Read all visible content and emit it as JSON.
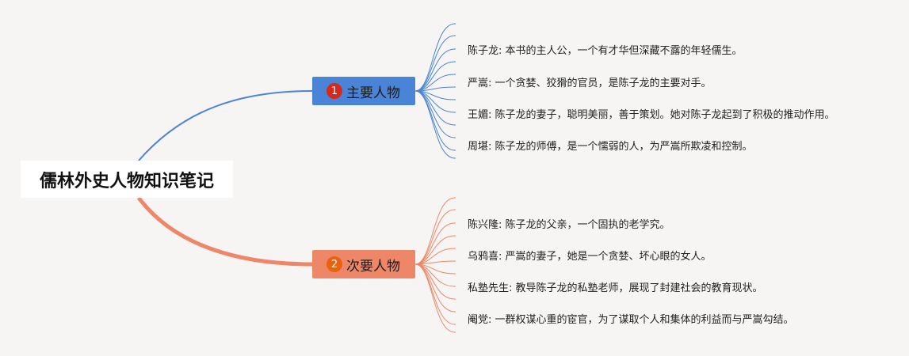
{
  "title": "儒林外史人物知识笔记",
  "branches": [
    {
      "index": "1",
      "label": "主要人物",
      "color": "#4a84d6",
      "badge_color": "#d8271b",
      "items": [
        "陈子龙: 本书的主人公，一个有才华但深藏不露的年轻儒生。",
        "严嵩: 一个贪婪、狡猾的官员，是陈子龙的主要对手。",
        "王媚: 陈子龙的妻子，聪明美丽，善于策划。她对陈子龙起到了积极的推动作用。",
        "周堪: 陈子龙的师傅，是一个懦弱的人，为严嵩所欺凌和控制。"
      ]
    },
    {
      "index": "2",
      "label": "次要人物",
      "color": "#ee8768",
      "badge_color": "#e8620f",
      "items": [
        "陈兴隆: 陈子龙的父亲，一个固执的老学究。",
        "乌鸦喜: 严嵩的妻子，她是一个贪婪、坏心眼的女人。",
        "私塾先生: 教导陈子龙的私塾老师，展现了封建社会的教育现状。",
        "阉党: 一群权谋心重的宦官，为了谋取个人和集体的利益而与严嵩勾结。"
      ]
    }
  ]
}
